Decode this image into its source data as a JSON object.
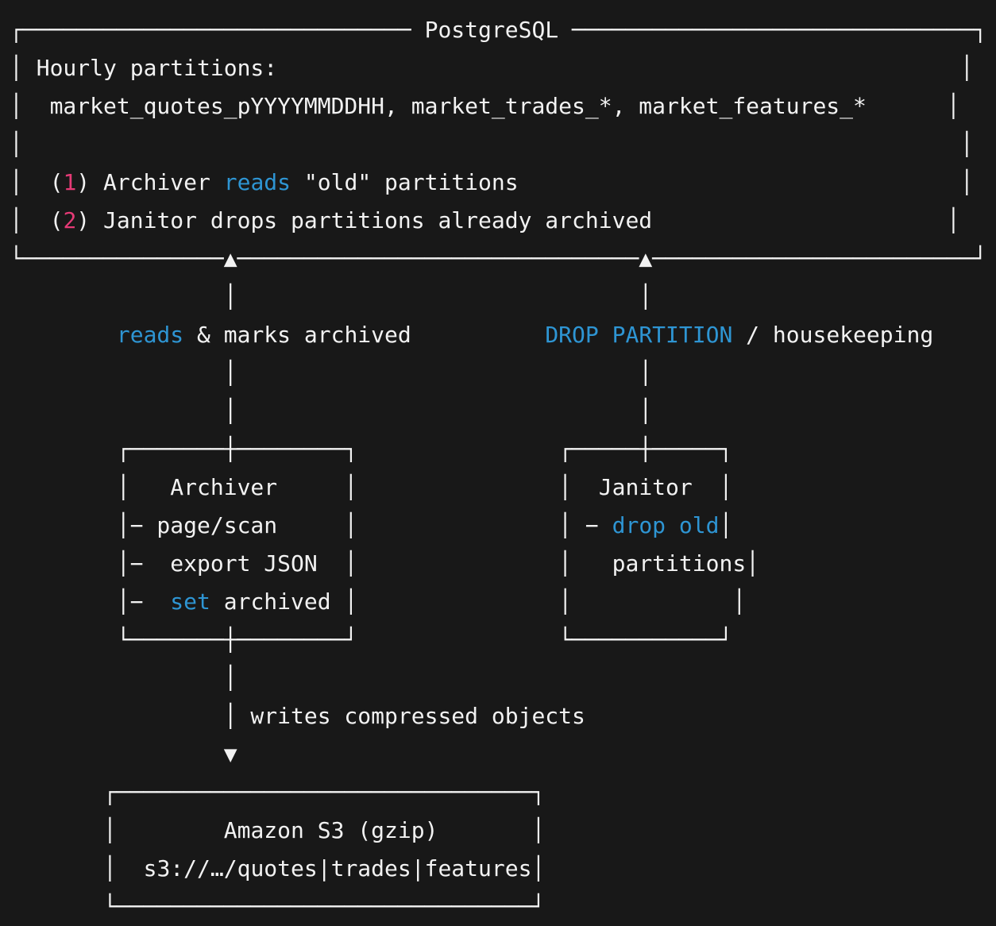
{
  "colors": {
    "background": "#181818",
    "foreground": "#f2f2f2",
    "accent_blue": "#2e95d3",
    "accent_pink": "#e53a76"
  },
  "summary": {
    "database_title": "PostgreSQL",
    "hourly_partitions_label": "Hourly partitions:",
    "partition_tables": "market_quotes_pYYYYMMDDHH, market_trades_*, market_features_*",
    "notes": [
      "(1) Archiver reads \"old\" partitions",
      "(2) Janitor drops partitions already archived"
    ],
    "edge_labels": [
      "reads & marks archived",
      "DROP PARTITION / housekeeping",
      "writes compressed objects"
    ],
    "archiver": {
      "title": "Archiver",
      "items": [
        "page/scan",
        "export JSON",
        "set archived"
      ]
    },
    "janitor": {
      "title": "Janitor",
      "items": [
        "drop old partitions"
      ]
    },
    "storage": {
      "title": "Amazon S3 (gzip)",
      "uri": "s3://…/quotes|trades|features"
    }
  },
  "diagram": {
    "lines": [
      {
        "name": "postgres-box-top-border",
        "segments": [
          [
            "┌"
          ],
          {
            "dash": 29
          },
          [
            " PostgreSQL ",
            "fg",
            "postgres-title"
          ],
          {
            "dash": 30
          },
          [
            "┐"
          ]
        ]
      },
      {
        "name": "hourly-partitions-label",
        "segments": [
          [
            "│ Hourly partitions:"
          ],
          {
            "sp": 51
          },
          [
            "│"
          ]
        ]
      },
      {
        "name": "partition-table-names",
        "segments": [
          [
            "│  market_quotes_pYYYYMMDDHH, market_trades_*, market_features_*"
          ],
          {
            "sp": 6
          },
          [
            "│"
          ]
        ]
      },
      {
        "name": "postgres-box-empty-row",
        "segments": [
          [
            "│"
          ],
          {
            "sp": 70
          },
          [
            "│"
          ]
        ]
      },
      {
        "name": "note-archiver-reads",
        "segments": [
          [
            "│  ("
          ],
          [
            "1",
            "pink",
            "note-number-1"
          ],
          [
            ") Archiver "
          ],
          [
            "reads",
            "blue",
            "reads-keyword"
          ],
          [
            " \"old\" partitions"
          ],
          {
            "sp": 33
          },
          [
            "│"
          ]
        ]
      },
      {
        "name": "note-janitor-drops",
        "segments": [
          [
            "│  ("
          ],
          [
            "2",
            "pink",
            "note-number-2"
          ],
          [
            ") Janitor drops partitions already archived"
          ],
          {
            "sp": 22
          },
          [
            "│"
          ]
        ]
      },
      {
        "name": "postgres-box-bottom-border-arrows",
        "segments": [
          [
            "└"
          ],
          {
            "dash": 15
          },
          [
            "▲",
            "fg",
            "up-arrow-icon"
          ],
          {
            "dash": 30
          },
          [
            "▲",
            "fg",
            "up-arrow-icon"
          ],
          {
            "dash": 24
          },
          [
            "┘"
          ]
        ]
      },
      {
        "name": "connector-row-1",
        "segments": [
          {
            "sp": 16
          },
          [
            "│"
          ],
          {
            "sp": 30
          },
          [
            "│"
          ]
        ]
      },
      {
        "name": "edge-labels",
        "segments": [
          {
            "sp": 8
          },
          [
            "reads",
            "blue",
            "reads-keyword"
          ],
          [
            " & marks archived"
          ],
          {
            "sp": 10
          },
          [
            "DROP PARTITION",
            "blue",
            "drop-partition-keyword"
          ],
          [
            " / housekeeping"
          ]
        ]
      },
      {
        "name": "connector-row-2",
        "segments": [
          {
            "sp": 16
          },
          [
            "│"
          ],
          {
            "sp": 30
          },
          [
            "│"
          ]
        ]
      },
      {
        "name": "connector-row-3",
        "segments": [
          {
            "sp": 16
          },
          [
            "│"
          ],
          {
            "sp": 30
          },
          [
            "│"
          ]
        ]
      },
      {
        "name": "worker-boxes-top-border",
        "segments": [
          {
            "sp": 8
          },
          [
            "┌"
          ],
          {
            "dash": 7
          },
          [
            "┼"
          ],
          {
            "dash": 8
          },
          [
            "┐"
          ],
          {
            "sp": 15
          },
          [
            "┌"
          ],
          {
            "dash": 5
          },
          [
            "┼"
          ],
          {
            "dash": 5
          },
          [
            "┐"
          ]
        ]
      },
      {
        "name": "worker-box-titles",
        "segments": [
          {
            "sp": 8
          },
          [
            "│   Archiver     │",
            "fg",
            "archiver-title"
          ],
          {
            "sp": 15
          },
          [
            "│  Janitor  │",
            "fg",
            "janitor-title"
          ]
        ]
      },
      {
        "name": "worker-items-row-1",
        "segments": [
          {
            "sp": 8
          },
          [
            "│− page/scan     │"
          ],
          {
            "sp": 15
          },
          [
            "│ − "
          ],
          [
            "drop old",
            "blue",
            "drop-old-keyword"
          ],
          [
            "│"
          ]
        ]
      },
      {
        "name": "worker-items-row-2",
        "segments": [
          {
            "sp": 8
          },
          [
            "│−  export JSON  │"
          ],
          {
            "sp": 15
          },
          [
            "│   partitions│"
          ]
        ]
      },
      {
        "name": "worker-items-row-3",
        "segments": [
          {
            "sp": 8
          },
          [
            "│−  "
          ],
          [
            "set",
            "blue",
            "set-keyword"
          ],
          [
            " archived │"
          ],
          {
            "sp": 15
          },
          [
            "│            │"
          ]
        ]
      },
      {
        "name": "worker-boxes-bottom-border",
        "segments": [
          {
            "sp": 8
          },
          [
            "└"
          ],
          {
            "dash": 7
          },
          [
            "┼"
          ],
          {
            "dash": 8
          },
          [
            "┘"
          ],
          {
            "sp": 15
          },
          [
            "└"
          ],
          {
            "dash": 11
          },
          [
            "┘"
          ]
        ]
      },
      {
        "name": "s3-connector-row",
        "segments": [
          {
            "sp": 16
          },
          [
            "│"
          ]
        ]
      },
      {
        "name": "writes-label-row",
        "segments": [
          {
            "sp": 16
          },
          [
            "│ writes compressed objects"
          ]
        ]
      },
      {
        "name": "s3-arrowhead-row",
        "segments": [
          {
            "sp": 16
          },
          [
            "▼",
            "fg",
            "down-arrow-icon"
          ]
        ]
      },
      {
        "name": "s3-box-top-border",
        "segments": [
          {
            "sp": 7
          },
          [
            "┌"
          ],
          {
            "dash": 31
          },
          [
            "┐"
          ]
        ]
      },
      {
        "name": "s3-box-title",
        "segments": [
          {
            "sp": 7
          },
          [
            "│        Amazon S3 (gzip)       │",
            "fg",
            "s3-title"
          ]
        ]
      },
      {
        "name": "s3-uri-row",
        "segments": [
          {
            "sp": 7
          },
          [
            "│  s3://…/quotes|trades|features│",
            "fg",
            "s3-uri"
          ]
        ]
      },
      {
        "name": "s3-box-bottom-border",
        "segments": [
          {
            "sp": 7
          },
          [
            "└"
          ],
          {
            "dash": 31
          },
          [
            "┘"
          ]
        ]
      }
    ]
  }
}
